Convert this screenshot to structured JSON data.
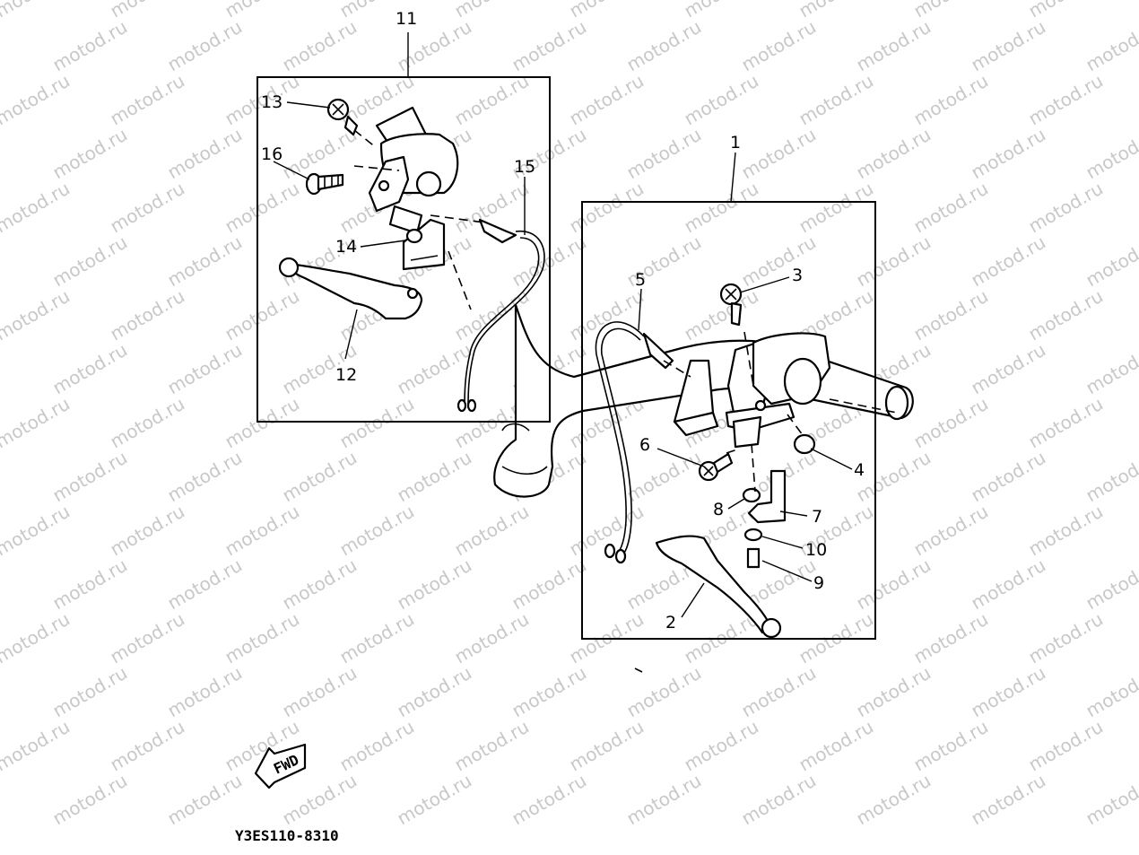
{
  "watermark": {
    "text": "motod.ru"
  },
  "diagram": {
    "code": "Y3ES110-8310",
    "fwd_label": "FWD",
    "callouts": {
      "p1": "1",
      "p2": "2",
      "p3": "3",
      "p4": "4",
      "p5": "5",
      "p6": "6",
      "p7": "7",
      "p8": "8",
      "p9": "9",
      "p10": "10",
      "p11": "11",
      "p12": "12",
      "p13": "13",
      "p14": "14",
      "p15": "15",
      "p16": "16"
    }
  }
}
